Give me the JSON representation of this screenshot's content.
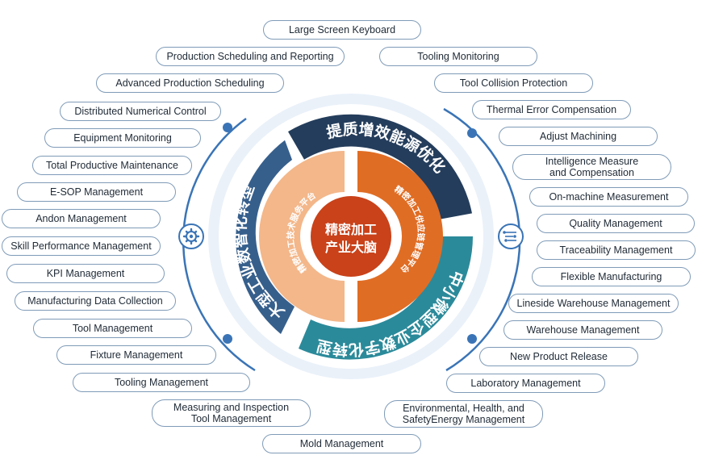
{
  "center": {
    "line1": "精密加工",
    "line2": "产业大脑"
  },
  "inner_ring": {
    "left": "精密加工技术服务平台",
    "right": "精密加工供应链管理平台"
  },
  "outer_ring": {
    "top_right": "提质增效能源优化",
    "left": "大型工业数智化转型",
    "bottom_right": "中小微型企业数字化转型"
  },
  "colors": {
    "navy": "#243d5c",
    "steel_blue": "#365f8c",
    "teal": "#2b8a9a",
    "orange": "#e06d24",
    "peach": "#f3b78a",
    "pill_border": "#7f9bb8",
    "ring_blue": "#3a74b6"
  },
  "icons": [
    "gear-icon",
    "circuit-icon"
  ],
  "left_pills": [
    "Large Screen Keyboard",
    "Production Scheduling and Reporting",
    "Advanced Production Scheduling",
    "Distributed Numerical Control",
    "Equipment Monitoring",
    "Total Productive Maintenance",
    "E-SOP Management",
    "Andon Management",
    "Skill Performance Management",
    "KPI Management",
    "Manufacturing Data Collection",
    "Tool Management",
    "Fixture Management",
    "Tooling Management",
    "Measuring and Inspection\nTool Management",
    "Mold Management"
  ],
  "right_pills": [
    "Tooling Monitoring",
    "Tool Collision Protection",
    "Thermal Error Compensation",
    "Adjust Machining",
    "Intelligence Measure\nand Compensation",
    "On-machine Measurement",
    "Quality Management",
    "Traceability Management",
    "Flexible Manufacturing",
    "Lineside Warehouse Management",
    "Warehouse Management",
    "New Product Release",
    "Laboratory Management",
    "Environmental, Health, and\nSafetyEnergy Management"
  ]
}
